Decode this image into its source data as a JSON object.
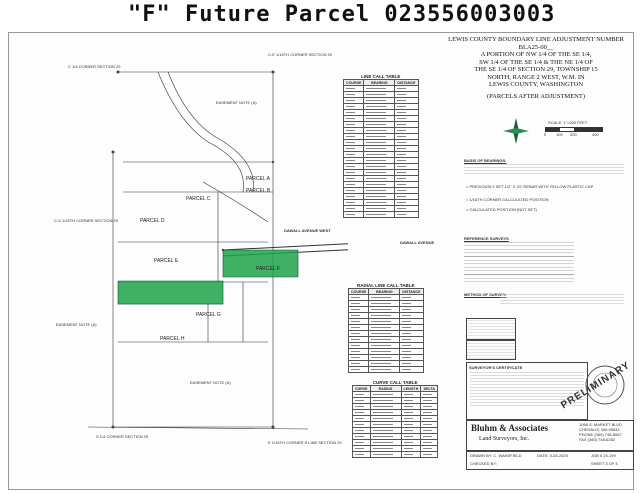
{
  "handwritten_title": "\"F\"   Future  Parcel  023556003003",
  "title_block": {
    "heading": "LEWIS COUNTY BOUNDARY LINE ADJUSTMENT NUMBER BLA25-00__",
    "lines": [
      "A PORTION OF NW 1/4 OF THE SE 1/4,",
      "SW 1/4 OF THE SE 1/4 & THE NE 1/4 OF",
      "THE SE 1/4 OF SECTION 29, TOWNSHIP 15",
      "NORTH, RANGE 2 WEST, W.M. IN",
      "LEWIS COUNTY, WASHINGTON"
    ],
    "subtitle": "(PARCELS AFTER ADJUSTMENT)"
  },
  "scale": {
    "label": "SCALE: 1\"=200 FEET",
    "ticks": [
      "0",
      "100",
      "200",
      "400"
    ]
  },
  "tables": {
    "line_call": "LINE CALL TABLE",
    "radial_line": "RADIAL LINE CALL TABLE",
    "curve_call": "CURVE CALL TABLE",
    "headers_line": [
      "COURSE",
      "BEARING",
      "DISTANCE"
    ],
    "headers_curve": [
      "CURVE",
      "RADIUS",
      "LENGTH",
      "DELTA"
    ]
  },
  "sections": {
    "basis_of_bearings": "BASIS OF BEARINGS:",
    "reference_surveys": "REFERENCE SURVEYS",
    "method_of_survey": "METHOD OF SURVEY:",
    "surveyors_certificate": "SURVEYOR'S CERTIFICATE"
  },
  "legend": [
    "= PREVIOUSLY SET 1/2\" X 24\" REBAR WITH YELLOW PLASTIC CAP",
    "= 1/16TH CORNER CALCULATED POSITION",
    "= CALCULATED POSITION (NOT SET)"
  ],
  "parcels": [
    "PARCEL A",
    "PARCEL B",
    "PARCEL C",
    "PARCEL D",
    "PARCEL E",
    "PARCEL F",
    "PARCEL G",
    "PARCEL H"
  ],
  "corner_labels": {
    "ne": "C-E 1/16TH CORNER SECTION 29",
    "nw": "C 1/4 CORNER SECTION 29",
    "w": "C-S 1/16TH CORNER SECTION 29",
    "sw": "S 1/4 CORNER SECTION 29",
    "s": "E 1/16TH CORNER S LINE SECTION 29"
  },
  "map_labels": {
    "road": "DAWALL AVENUE WEST",
    "road_side": "DAWALL AVENUE",
    "easement1": "EASEMENT NOTE (A)",
    "easement2": "EASEMENT NOTE (A)",
    "easement3": "EASEMENT NOTE (A)"
  },
  "company": {
    "name": "Bluhm & Associates",
    "sub": "Land Surveyors, Inc.",
    "address": [
      "1068 S. MARKET BLVD.",
      "CHEHALIS, WA 98532",
      "PHONE (360) 748-8557",
      "FAX (360) 748-6282"
    ],
    "sheet": "SHEET 3 OF 4"
  },
  "fields": {
    "drawn": "DRAWN BY: C. WAKEFIELD",
    "checked": "CHECKED BY:",
    "date": "DATE: 3-28-2025",
    "job": "JOB # 24-199"
  },
  "watermark": "PRELIMINARY",
  "colors": {
    "highlight": "#1ea24a",
    "ink": "#222222"
  }
}
